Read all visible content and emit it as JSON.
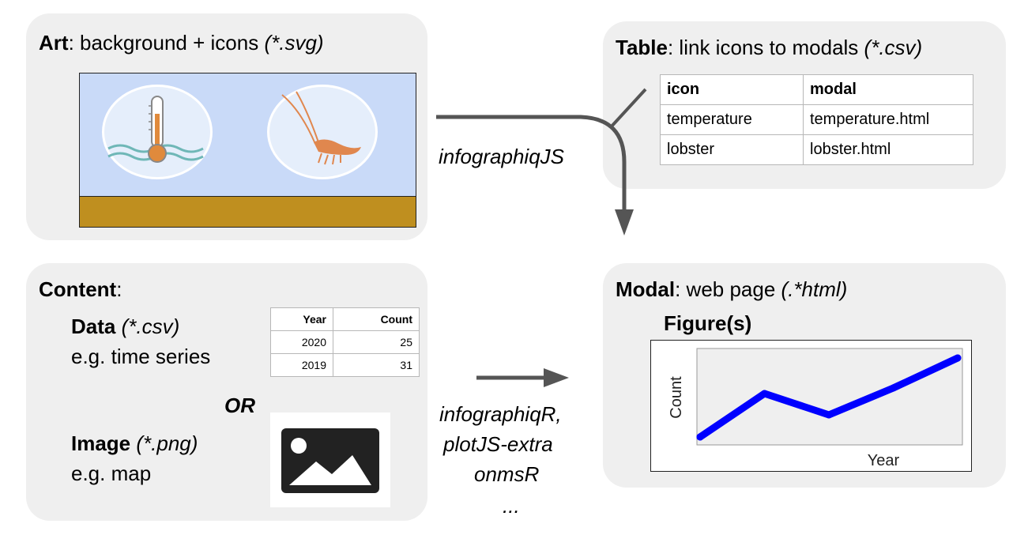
{
  "art": {
    "title_bold": "Art",
    "title_rest": ": background + icons ",
    "title_italic": "(*.svg)",
    "icons": [
      "thermometer-icon",
      "lobster-icon"
    ],
    "colors": {
      "water": "#c9daf8",
      "ground": "#bf8f1f",
      "panel": "#efefef"
    }
  },
  "table_panel": {
    "title_bold": "Table",
    "title_rest": ": link icons to modals ",
    "title_italic": "(*.csv)",
    "headers": [
      "icon",
      "modal"
    ],
    "rows": [
      [
        "temperature",
        "temperature.html"
      ],
      [
        "lobster",
        "lobster.html"
      ]
    ]
  },
  "arrows": {
    "top_label": "infographiqJS",
    "bottom_labels": [
      "infographiqR,",
      "plotJS-extra",
      "onmsR",
      "..."
    ]
  },
  "content": {
    "title_bold": "Content",
    "title_rest": ":",
    "data_bold": "Data",
    "data_italic": " (*.csv)",
    "data_example": "e.g. time series",
    "or_label": "OR",
    "image_bold": "Image",
    "image_italic": " (*.png)",
    "image_example": "e.g. map",
    "table_headers": [
      "Year",
      "Count"
    ],
    "table_rows": [
      [
        "2020",
        "25"
      ],
      [
        "2019",
        "31"
      ]
    ]
  },
  "modal": {
    "title_bold": "Modal",
    "title_rest": ": web page ",
    "title_italic": "(.*html)",
    "figure_label": "Figure(s)",
    "line_color": "#0000ff"
  },
  "chart_data": {
    "type": "line",
    "title": "",
    "xlabel": "Year",
    "ylabel": "Count",
    "x": [
      1,
      2,
      3,
      4,
      5
    ],
    "series": [
      {
        "values": [
          0.0,
          0.55,
          0.28,
          0.62,
          1.0
        ]
      }
    ],
    "grid": false
  }
}
